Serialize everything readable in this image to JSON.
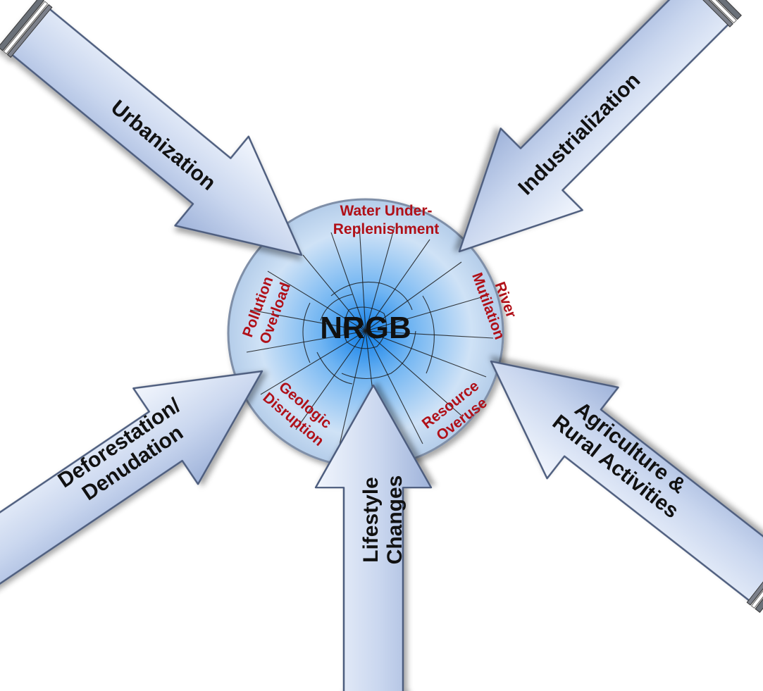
{
  "center": {
    "title": "NRGB",
    "impacts": {
      "water": [
        "Water Under-",
        "Replenishment"
      ],
      "river": [
        "River",
        "Mutilation"
      ],
      "resource": [
        "Resource",
        "Overuse"
      ],
      "geologic": [
        "Geologic",
        "Disruption"
      ],
      "pollution": [
        "Pollution",
        "Overload"
      ]
    }
  },
  "drivers": {
    "urbanization": [
      "Urbanization"
    ],
    "industrialization": [
      "Industrialization"
    ],
    "deforestation": [
      "Deforestation/",
      "Denudation"
    ],
    "lifestyle": [
      "Lifestyle",
      "Changes"
    ],
    "agriculture": [
      "Agriculture &",
      "Rural Activities"
    ]
  },
  "colors": {
    "arrow_fill_light": "#eef3fc",
    "arrow_fill_dark": "#a9bcdf",
    "arrow_stroke": "#4d5d7e",
    "circle_center": "#1f8ef0",
    "circle_edge": "#c6daf2",
    "impact_text": "#b01018",
    "driver_text": "#111111"
  }
}
